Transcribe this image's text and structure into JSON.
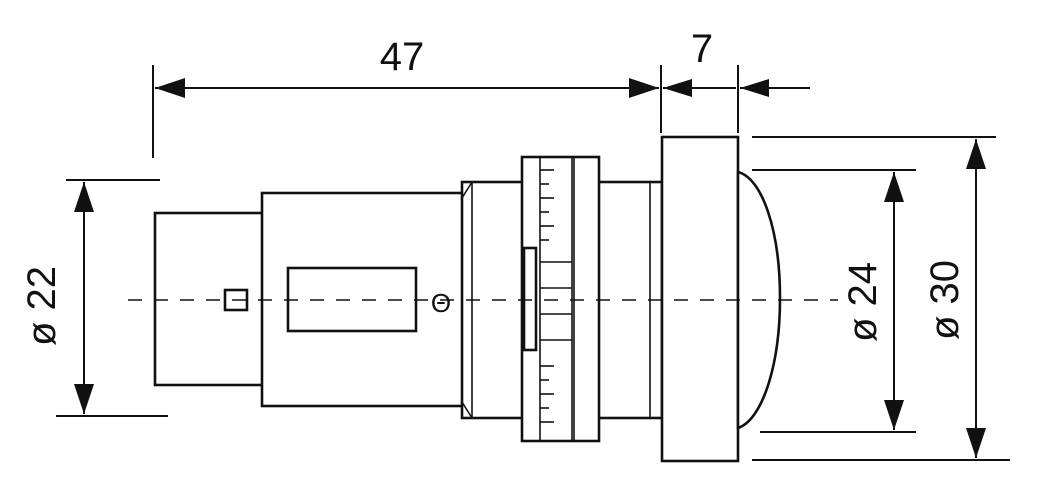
{
  "drawing": {
    "dimensions": {
      "length_47": "47",
      "length_7": "7",
      "dia_22": "ø 22",
      "dia_24": "ø 24",
      "dia_30": "ø 30"
    },
    "marks": {
      "circle_mark": "Θ"
    },
    "colors": {
      "line": "#111111",
      "background": "#ffffff"
    }
  }
}
